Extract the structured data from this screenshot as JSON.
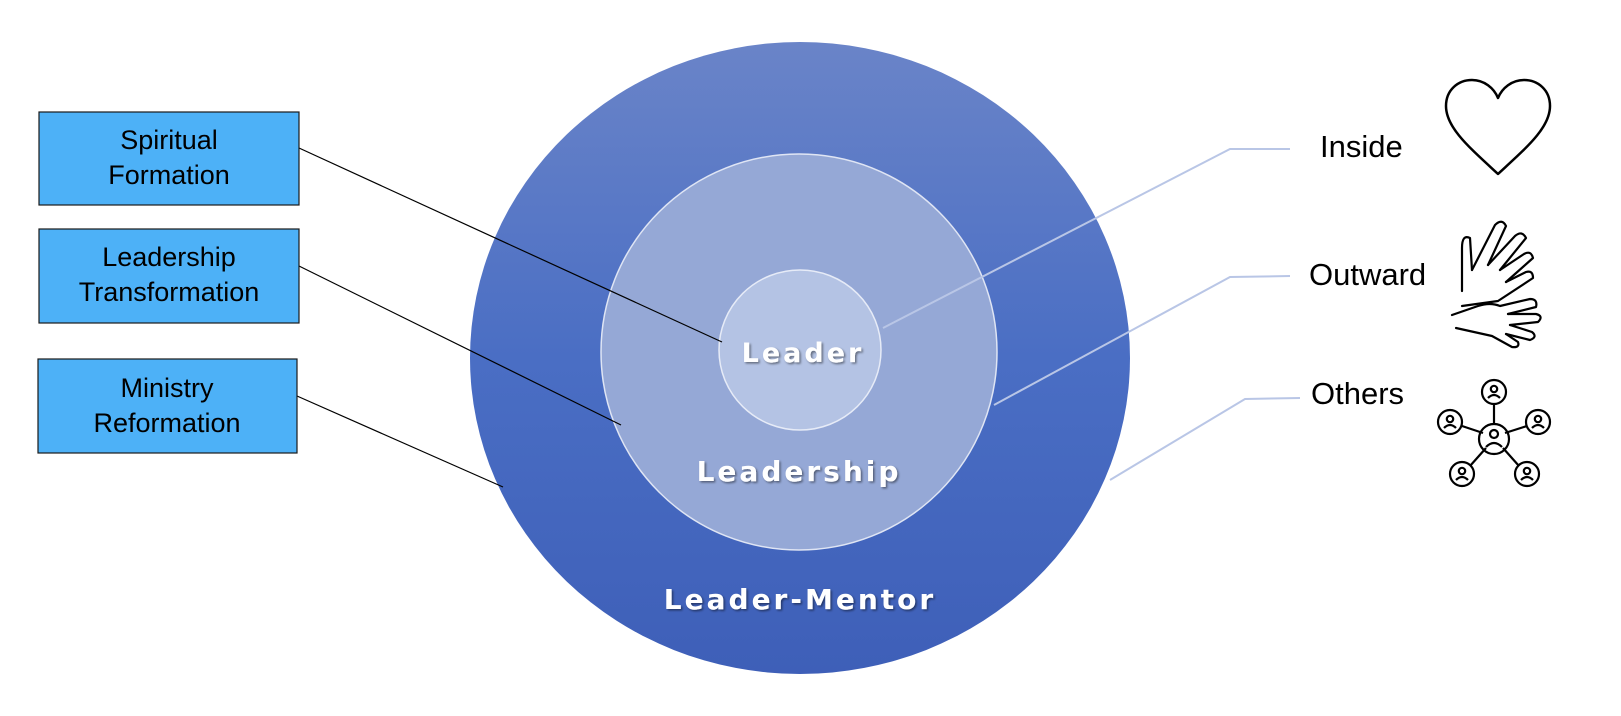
{
  "diagram": {
    "circles": {
      "outer_label": "Leader-Mentor",
      "middle_label": "Leadership",
      "inner_label": "Leader"
    },
    "left_boxes": [
      {
        "line1": "Spiritual",
        "line2": "Formation"
      },
      {
        "line1": "Leadership",
        "line2": "Transformation"
      },
      {
        "line1": "Ministry",
        "line2": "Reformation"
      }
    ],
    "right_labels": [
      {
        "label": "Inside",
        "icon": "heart-icon"
      },
      {
        "label": "Outward",
        "icon": "hands-icon"
      },
      {
        "label": "Others",
        "icon": "network-icon"
      }
    ],
    "colors": {
      "box_fill": "#4db1f7",
      "outer_circle_top": "#6a84c8",
      "outer_circle_bottom": "#3e5fb8",
      "middle_circle": "#95a8d6",
      "inner_circle": "#b4c3e4",
      "right_connector": "#b9c6e6"
    }
  }
}
